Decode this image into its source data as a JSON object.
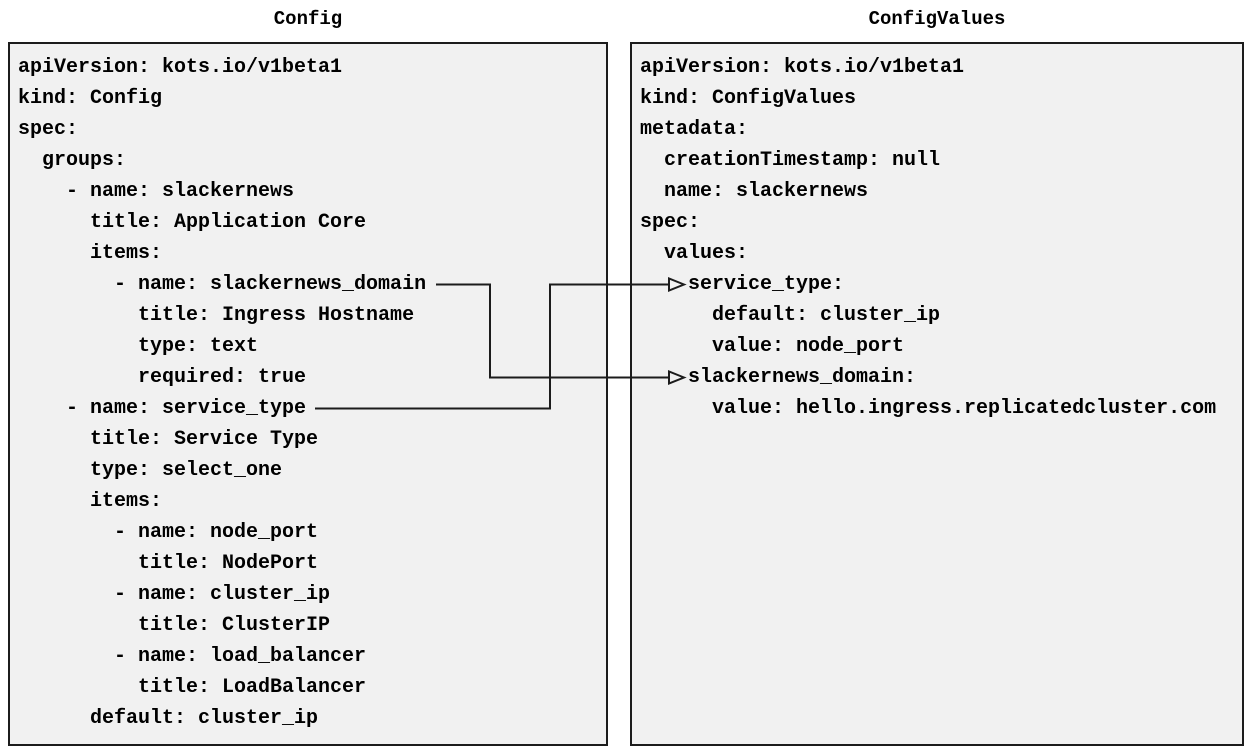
{
  "diagram": {
    "left_panel": {
      "title": "Config",
      "yaml_lines": [
        "apiVersion: kots.io/v1beta1",
        "kind: Config",
        "spec:",
        "  groups:",
        "    - name: slackernews",
        "      title: Application Core",
        "      items:",
        "        - name: slackernews_domain",
        "          title: Ingress Hostname",
        "          type: text",
        "          required: true",
        "    - name: service_type",
        "      title: Service Type",
        "      type: select_one",
        "      items:",
        "        - name: node_port",
        "          title: NodePort",
        "        - name: cluster_ip",
        "          title: ClusterIP",
        "        - name: load_balancer",
        "          title: LoadBalancer",
        "      default: cluster_ip"
      ]
    },
    "right_panel": {
      "title": "ConfigValues",
      "yaml_lines": [
        "apiVersion: kots.io/v1beta1",
        "kind: ConfigValues",
        "metadata:",
        "  creationTimestamp: null",
        "  name: slackernews",
        "spec:",
        "  values:",
        "    service_type:",
        "      default: cluster_ip",
        "      value: node_port",
        "    slackernews_domain:",
        "      value: hello.ingress.replicatedcluster.com"
      ]
    },
    "arrows": [
      {
        "from": "Config item: slackernews_domain",
        "to": "ConfigValues key: slackernews_domain:"
      },
      {
        "from": "Config item: service_type",
        "to": "ConfigValues key: service_type:"
      }
    ],
    "colors": {
      "page_background": "#ffffff",
      "panel_background": "#f1f1f1",
      "panel_border": "#1c1c1c",
      "text": "#000000",
      "arrow": "#1c1c1c"
    }
  }
}
